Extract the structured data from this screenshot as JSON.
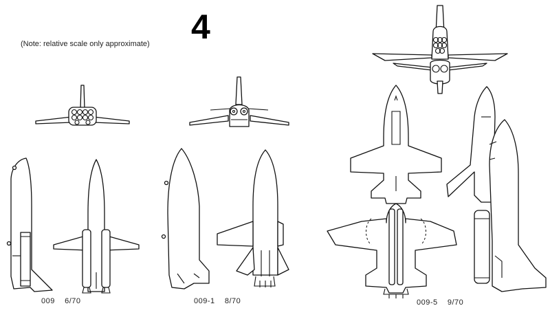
{
  "page": {
    "number": "4",
    "note": "(Note: relative scale only approximate)"
  },
  "figures": [
    {
      "id": "009",
      "date": "6/70"
    },
    {
      "id": "009-1",
      "date": "8/70"
    },
    {
      "id": "009-5",
      "date": "9/70"
    }
  ]
}
